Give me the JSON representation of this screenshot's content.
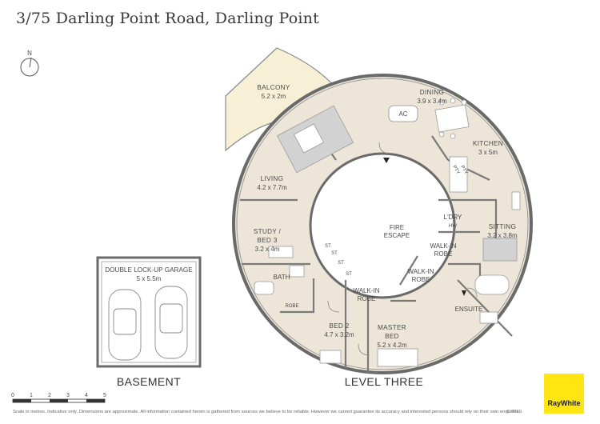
{
  "title": "3/75 Darling Point Road, Darling Point",
  "compass": {
    "label": "N"
  },
  "rooms": {
    "balcony": {
      "name": "BALCONY",
      "dim": "5.2 x 2m"
    },
    "dining": {
      "name": "DINING",
      "dim": "3.9 x 3.4m"
    },
    "ac": {
      "name": "AC"
    },
    "kitchen": {
      "name": "KITCHEN",
      "dim": "3 x 5m"
    },
    "living": {
      "name": "LIVING",
      "dim": "4.2 x 7.7m"
    },
    "pty1": {
      "name": "PTY"
    },
    "pty2": {
      "name": "PTY"
    },
    "ldry": {
      "name": "L'DRY"
    },
    "hw": {
      "name": "HW"
    },
    "sitting": {
      "name": "SITTING",
      "dim": "3.2 x 3.8m"
    },
    "fire_escape": {
      "line1": "FIRE",
      "line2": "ESCAPE"
    },
    "walkin_robe_1": {
      "line1": "WALK-IN",
      "line2": "ROBE"
    },
    "walkin_robe_2": {
      "line1": "WALK-IN",
      "line2": "ROBE"
    },
    "walkin_robe_3": {
      "line1": "WALK-IN",
      "line2": "ROBE"
    },
    "study": {
      "line1": "STUDY /",
      "line2": "BED 3",
      "dim": "3.2 x 4m"
    },
    "bath": {
      "name": "BATH"
    },
    "robe": {
      "name": "ROBE"
    },
    "ensuite": {
      "name": "ENSUITE"
    },
    "bed2": {
      "name": "BED 2",
      "dim": "4.7 x 3.2m"
    },
    "master": {
      "line1": "MASTER",
      "line2": "BED",
      "dim": "5.2 x 4.2m"
    },
    "st": [
      "ST",
      "ST",
      "ST",
      "ST"
    ]
  },
  "garage": {
    "name": "DOUBLE LOCK-UP GARAGE",
    "dim": "5 x 5.5m"
  },
  "level_labels": {
    "basement": "BASEMENT",
    "level": "LEVEL THREE"
  },
  "scale": {
    "ticks": [
      "0",
      "1",
      "2",
      "3",
      "4",
      "5"
    ]
  },
  "disclaimer": "Scale in metres. Indicative only. Dimensions are approximate. All information contained herein is gathered from sources we believe to be reliable. However we cannot guarantee its accuracy and interested persons should rely on their own enquiries.",
  "copyright": "© 2019",
  "logo": {
    "text": "RayWhite",
    "color": "#ffe512"
  },
  "colors": {
    "floor": "#ede6d8",
    "balcony": "#f7f0d7",
    "wall": "#7a7a7a",
    "furniture": "#c9c9c9"
  }
}
